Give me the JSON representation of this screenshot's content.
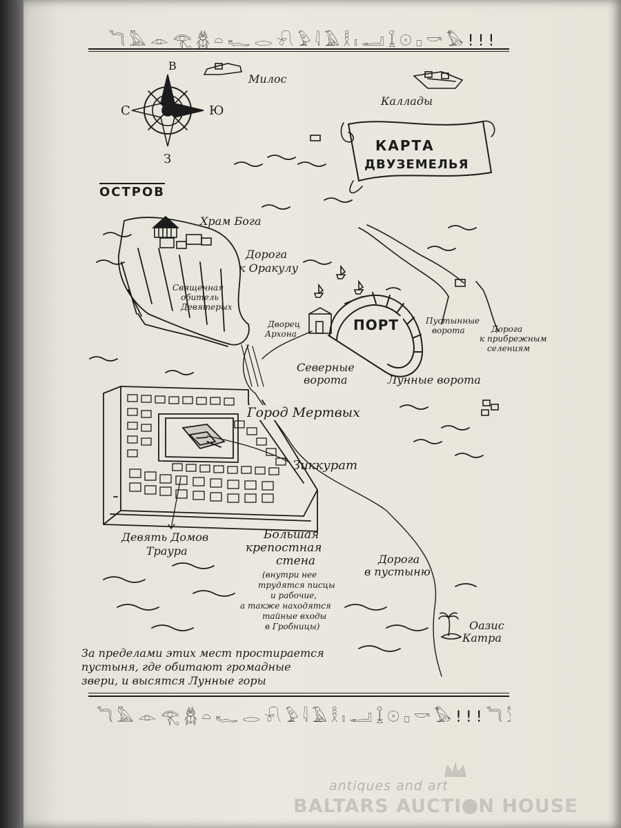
{
  "map": {
    "hieroglyph_row_top": "𓆓𓅓𓁹𓂀𓆣𓏏𓆑𓂋𓍯𓅱𓇋𓄿𓎛𓏤𓂝𓆼𓇳𓊪𓎡𓅃!!!",
    "hieroglyph_row_bottom": "𓆓𓅓𓁹𓂀𓆣𓏏𓆑𓂋𓍯𓅱𓇋𓄿𓎛𓏤𓂝𓆼𓇳𓊪𓎡𓅃!!!𓆓𓅓",
    "compass": {
      "north": "В",
      "west": "С",
      "east": "Ю",
      "south": "З"
    },
    "title_line1": "КАРТА",
    "title_line2": "ДВУЗЕМЕЛЬЯ",
    "island_heading": "ОСТРОВ",
    "labels": {
      "milos": "Милос",
      "kallady": "Каллады",
      "temple": "Храм Бога",
      "oracle_road_1": "Дорога",
      "oracle_road_2": "к Оракулу",
      "abode_1": "Священная",
      "abode_2": "обитель",
      "abode_3": "Девятерых",
      "palace_1": "Дворец",
      "palace_2": "Архона",
      "port": "ПОРТ",
      "desert_gate_1": "Пустынные",
      "desert_gate_2": "ворота",
      "coast_road_1": "Дорога",
      "coast_road_2": "к прибрежным",
      "coast_road_3": "селениям",
      "north_gate_1": "Северные",
      "north_gate_2": "ворота",
      "moon_gate": "Лунные ворота",
      "city": "Город Мертвых",
      "ziggurat": "Зиккурат",
      "nine_houses_1": "Девять Домов",
      "nine_houses_2": "Траура",
      "wall_1": "Большая",
      "wall_2": "крепостная",
      "wall_3": "стена",
      "wall_note_1": "(внутри нее",
      "wall_note_2": "трудятся писцы",
      "wall_note_3": "и рабочие,",
      "wall_note_4": "а также находятся",
      "wall_note_5": "тайные входы",
      "wall_note_6": "в Гробницы)",
      "desert_road_1": "Дорога",
      "desert_road_2": "в пустыню",
      "oasis_1": "Оазис",
      "oasis_2": "Катра",
      "footer_1": "За пределами этих мест простирается",
      "footer_2": "пустыня, где обитают громадные",
      "footer_3": "звери, и высятся Лунные горы"
    }
  },
  "watermark": {
    "tagline": "antiques and art",
    "house_a": "BALTARS AUCTI",
    "house_b": "N HOUSE"
  }
}
